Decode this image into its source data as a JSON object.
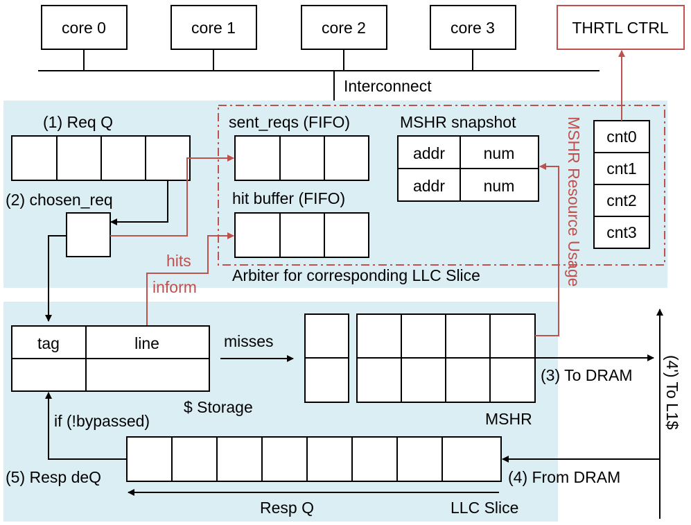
{
  "cores": [
    "core 0",
    "core 1",
    "core 2",
    "core 3"
  ],
  "throttle_controller": "THRTL CTRL",
  "interconnect": "Interconnect",
  "arbiter": {
    "req_q": "(1) Req Q",
    "chosen_req": "(2) chosen_req",
    "sent_reqs": "sent_reqs (FIFO)",
    "hit_buffer": "hit buffer (FIFO)",
    "mshr_snapshot": {
      "title": "MSHR snapshot",
      "rows": [
        [
          "addr",
          "num"
        ],
        [
          "addr",
          "num"
        ]
      ]
    },
    "counters": [
      "cnt0",
      "cnt1",
      "cnt2",
      "cnt3"
    ],
    "caption": "Arbiter for corresponding LLC Slice",
    "mshr_usage_label": "MSHR Resource Usage"
  },
  "llc": {
    "hits_label": "hits",
    "inform_label": "inform",
    "storage": {
      "tag_header": "tag",
      "line_header": "line",
      "caption": "$ Storage"
    },
    "misses_label": "misses",
    "mshr_label": "MSHR",
    "to_dram": "(3) To DRAM",
    "from_dram": "(4) From DRAM",
    "to_l1": "(4') To L1$",
    "if_not_bypassed": "if (!bypassed)",
    "resp_deq": "(5) Resp deQ",
    "resp_q": "Resp Q",
    "slice_label": "LLC Slice"
  },
  "colors": {
    "region_fill": "#dbeef4",
    "accent_red": "#c0504d",
    "stroke": "#000000"
  }
}
